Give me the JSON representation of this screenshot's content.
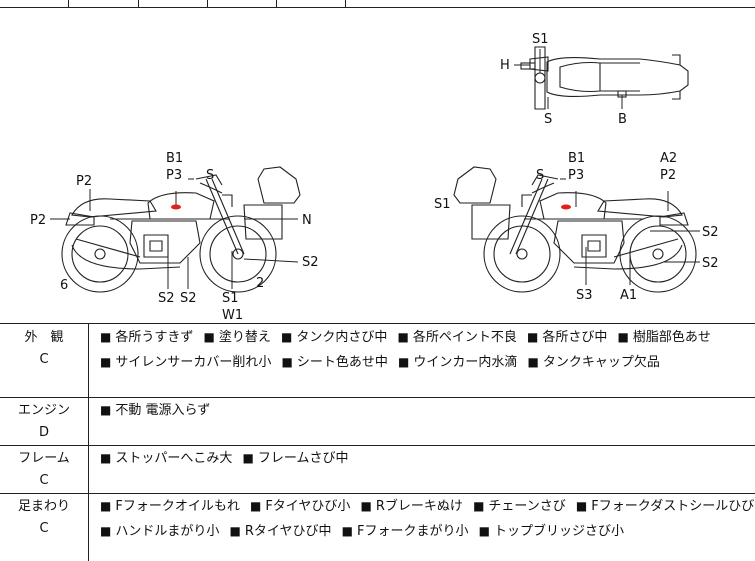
{
  "diagram": {
    "top_view_labels": [
      "S1",
      "H",
      "S",
      "B"
    ],
    "left_side_labels": [
      "B1",
      "P3",
      "S",
      "P2",
      "P2",
      "N",
      "S2",
      "2",
      "6",
      "S2",
      "S2",
      "S1",
      "W1"
    ],
    "right_side_labels": [
      "B1",
      "P3",
      "S",
      "A2",
      "P2",
      "S1",
      "S2",
      "S2",
      "S3",
      "A1"
    ]
  },
  "sections": [
    {
      "name": "外　観",
      "grade": "C",
      "lines": [
        [
          "各所うすきず",
          "塗り替え",
          "タンク内さび中",
          "各所ペイント不良",
          "各所さび中",
          "樹脂部色あせ"
        ],
        [
          "サイレンサーカバー削れ小",
          "シート色あせ中",
          "ウインカー内水滴",
          "タンクキャップ欠品"
        ]
      ]
    },
    {
      "name": "エンジン",
      "grade": "D",
      "lines": [
        [
          "不動 電源入らず"
        ]
      ]
    },
    {
      "name": "フレーム",
      "grade": "C",
      "lines": [
        [
          "ストッパーへこみ大",
          "フレームさび中"
        ]
      ]
    },
    {
      "name": "足まわり",
      "grade": "C",
      "lines": [
        [
          "Fフォークオイルもれ",
          "Fタイヤひび小",
          "Rブレーキぬけ",
          "チェーンさび",
          "Fフォークダストシールひび"
        ],
        [
          "ハンドルまがり小",
          "Rタイヤひび中",
          "Fフォークまがり小",
          "トップブリッジさび小"
        ]
      ]
    }
  ],
  "bullet_symbol": "■",
  "colors": {
    "damage_mark": "#e0201c",
    "line": "#222222"
  }
}
